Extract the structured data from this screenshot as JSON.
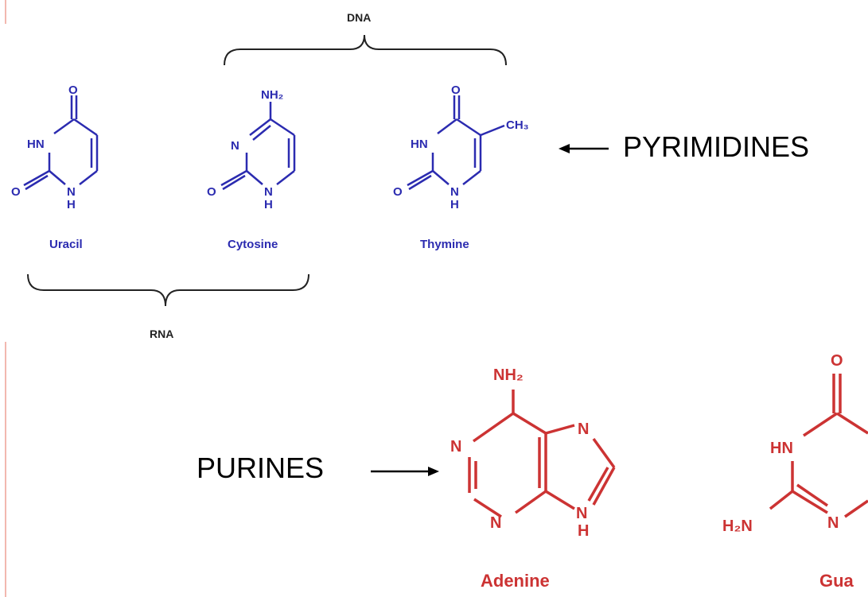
{
  "brackets": {
    "dna_label": "DNA",
    "rna_label": "RNA"
  },
  "pyrimidines": {
    "class_label": "PYRIMIDINES",
    "color": "#2b2bb0",
    "molecules": [
      {
        "name": "Uracil",
        "atoms": {
          "top": "O",
          "left_n": "HN",
          "bottom_o": "O",
          "bottom_n": "N",
          "bottom_h": "H"
        }
      },
      {
        "name": "Cytosine",
        "atoms": {
          "top": "NH₂",
          "left_n": "N",
          "bottom_o": "O",
          "bottom_n": "N",
          "bottom_h": "H"
        }
      },
      {
        "name": "Thymine",
        "atoms": {
          "top": "O",
          "left_n": "HN",
          "bottom_o": "O",
          "bottom_n": "N",
          "bottom_h": "H",
          "methyl": "CH₃"
        }
      }
    ]
  },
  "purines": {
    "class_label": "PURINES",
    "color": "#cc3333",
    "molecules": [
      {
        "name": "Adenine",
        "atoms": {
          "top": "NH₂",
          "n1": "N",
          "n3": "N",
          "n7": "N",
          "n9": "N",
          "n9_h": "H"
        }
      },
      {
        "name": "Gua",
        "atoms": {
          "top": "O",
          "n1": "HN",
          "n3": "N",
          "amino": "H₂N"
        }
      }
    ]
  }
}
